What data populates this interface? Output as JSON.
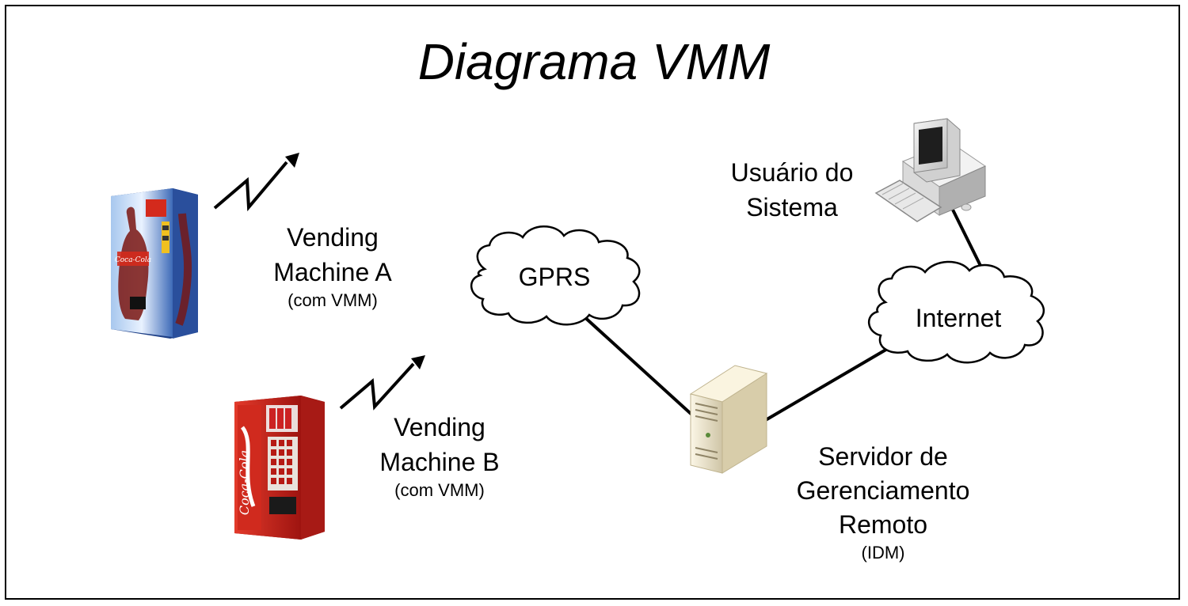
{
  "title": "Diagrama VMM",
  "nodes": {
    "vending_a": {
      "line1": "Vending",
      "line2": "Machine A",
      "sub": "(com VMM)"
    },
    "vending_b": {
      "line1": "Vending",
      "line2": "Machine B",
      "sub": "(com VMM)"
    },
    "gprs": {
      "label": "GPRS"
    },
    "internet": {
      "label": "Internet"
    },
    "user": {
      "line1": "Usuário do",
      "line2": "Sistema"
    },
    "server": {
      "line1": "Servidor de",
      "line2": "Gerenciamento",
      "line3": "Remoto",
      "sub": "(IDM)"
    }
  },
  "device_text": {
    "coca_cola": "Coca-Cola"
  },
  "colors": {
    "border": "#000000",
    "line": "#000000",
    "cloud_fill": "#ffffff",
    "machine_a": "#2a4f9c",
    "machine_b": "#c8201c",
    "server_body": "#efe6cf",
    "monitor_body": "#e6e6e6"
  }
}
